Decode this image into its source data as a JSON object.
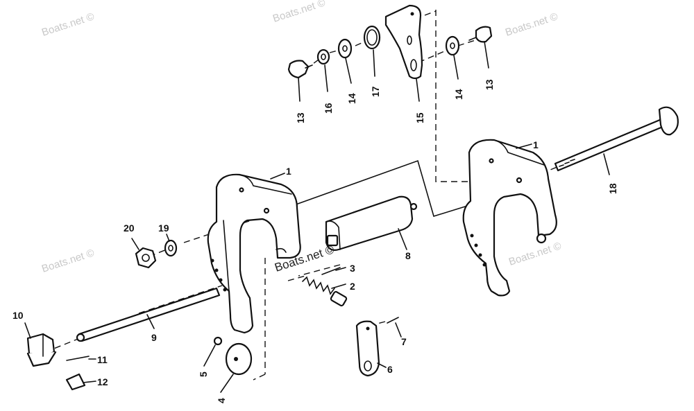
{
  "watermark": "Boats.net ©",
  "stamp": "Boats.net ©",
  "callouts": {
    "c1a": "1",
    "c1b": "1",
    "c2": "2",
    "c3": "3",
    "c4": "4",
    "c5": "5",
    "c6": "6",
    "c7": "7",
    "c8": "8",
    "c9": "9",
    "c10": "10",
    "c11": "11",
    "c12": "12",
    "c13a": "13",
    "c13b": "13",
    "c14a": "14",
    "c14b": "14",
    "c15": "15",
    "c16": "16",
    "c17": "17",
    "c18": "18",
    "c19": "19",
    "c20": "20"
  }
}
